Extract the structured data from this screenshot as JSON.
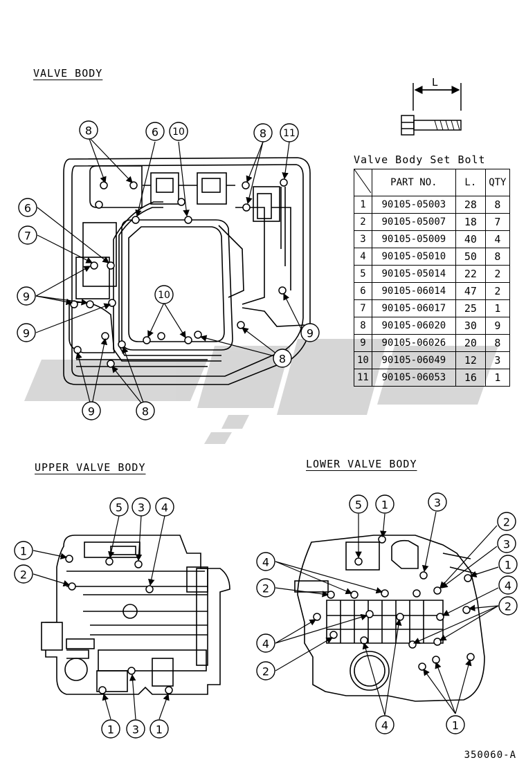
{
  "sections": {
    "valve_body": "VALVE BODY",
    "upper_valve_body": "UPPER VALVE BODY",
    "lower_valve_body": "LOWER VALVE BODY"
  },
  "bolt_dimension_label": "L",
  "table": {
    "title": "Valve Body Set Bolt",
    "headers": {
      "part_no": "PART NO.",
      "length": "L.",
      "qty": "QTY"
    },
    "rows": [
      {
        "no": "1",
        "part": "90105-05003",
        "length": "28",
        "qty": "8"
      },
      {
        "no": "2",
        "part": "90105-05007",
        "length": "18",
        "qty": "7"
      },
      {
        "no": "3",
        "part": "90105-05009",
        "length": "40",
        "qty": "4"
      },
      {
        "no": "4",
        "part": "90105-05010",
        "length": "50",
        "qty": "8"
      },
      {
        "no": "5",
        "part": "90105-05014",
        "length": "22",
        "qty": "2"
      },
      {
        "no": "6",
        "part": "90105-06014",
        "length": "47",
        "qty": "2"
      },
      {
        "no": "7",
        "part": "90105-06017",
        "length": "25",
        "qty": "1"
      },
      {
        "no": "8",
        "part": "90105-06020",
        "length": "30",
        "qty": "9"
      },
      {
        "no": "9",
        "part": "90105-06026",
        "length": "20",
        "qty": "8"
      },
      {
        "no": "10",
        "part": "90105-06049",
        "length": "12",
        "qty": "3"
      },
      {
        "no": "11",
        "part": "90105-06053",
        "length": "16",
        "qty": "1"
      }
    ]
  },
  "callouts": {
    "c1": "1",
    "c2": "2",
    "c3": "3",
    "c4": "4",
    "c5": "5",
    "c6": "6",
    "c7": "7",
    "c8": "8",
    "c9": "9",
    "c10": "10",
    "c11": "11"
  },
  "reference_code": "350060-A",
  "colors": {
    "line": "#000000",
    "watermark": "#d3d3d3"
  }
}
